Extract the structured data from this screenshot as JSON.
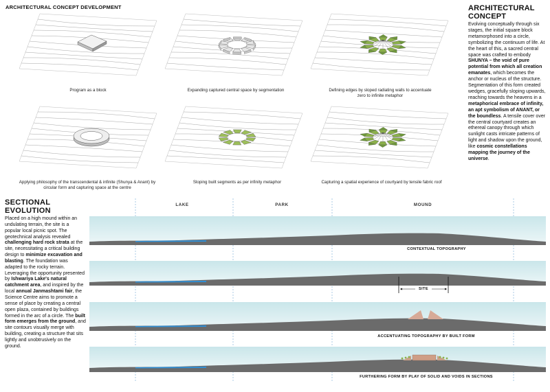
{
  "header": {
    "title": "ARCHITECTURAL CONCEPT DEVELOPMENT"
  },
  "concept": {
    "title_line1": "ARCHITECTURAL",
    "title_line2": "CONCEPT",
    "p1": "Evolving conceptually through six stages, the initial square block metamorphosed into a circle, symbolizing the continuum of life. At the heart of this, a sacred central space was crafted to embody ",
    "b1": "SHUNYA – the void of pure potential from which all creation emanates",
    "p2": ", which becomes the anchor or nucleus of the structure. Segmentation of this form created wedges, gracefully sloping upwards, reaching towards the heavens in a ",
    "b2": "metaphorical embrace of infinity, an apt symbolism of ANANT, or the boundless",
    "p3": ". A tensile cover over the central courtyard creates an ethereal canopy through which sunlight casts intricate patterns of light and shadow upon the ground, like ",
    "b3": "cosmic constellations mapping the journey of the universe",
    "p4": "."
  },
  "stages": [
    {
      "caption": "Program as a block"
    },
    {
      "caption": "Expanding captured central space by segmentation"
    },
    {
      "caption": "Defining edges by sloped radiating walls to accentuate zero to infinite metaphor"
    },
    {
      "caption": "Applying philosophy of the transcendental & infinite (Shunya & Anant) by circular form and capturing space at the centre"
    },
    {
      "caption": "Sloping built segments as per infinity metaphor"
    },
    {
      "caption": "Capturing a spatial experience of courtyard by tensile fabric roof"
    }
  ],
  "sectional": {
    "title_line1": "SECTIONAL",
    "title_line2": "EVOLUTION",
    "t1": "Placed on a high mound within an undulating terrain, the site is a popular local picnic spot. The geotechnical analysis revealed ",
    "b1": "challenging hard rock strata",
    "t2": " at the site, necessitating a critical building design to ",
    "b2": "minimize excavation and blasting",
    "t3": ". The foundation was adapted to the rocky terrain. Leveraging the opportunity presented by ",
    "b3": "Ishwariya Lake's natural catchment area",
    "t4": ", and inspired by the local ",
    "b4": "annual Janmashtami fair",
    "t5": ", the Science Centre aims to promote a sense of place by creating a central open plaza, contained by buildings formed in the arc of a circle. The ",
    "b5": "built form emerges from the ground",
    "t6": ", and site contours visually merge with building, creating a structure that sits lightly and unobtrusively on the ground."
  },
  "sections": {
    "zones": [
      "LAKE",
      "PARK",
      "MOUND"
    ],
    "site_label": "SITE",
    "captions": [
      "CONTEXTUAL TOPOGRAPHY",
      "",
      "ACCENTUATING TOPOGRAPHY BY BUILT FORM",
      "FURTHERING FORM BY PLAY OF SOLID AND VOIDS IN SECTIONS"
    ]
  },
  "colors": {
    "sky": "#d7ecef",
    "ground": "#6b6b6b",
    "water": "#2f8fd6",
    "green": "#8bb04a"
  }
}
